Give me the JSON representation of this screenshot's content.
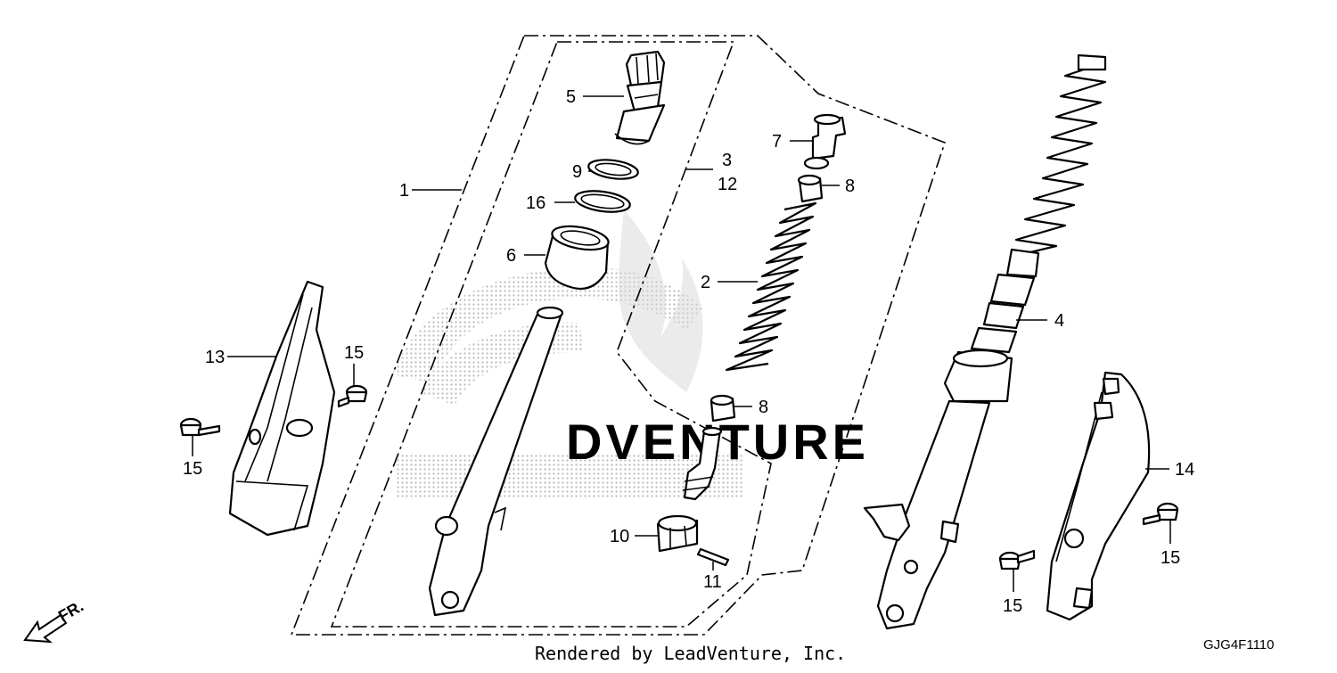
{
  "diagram": {
    "callouts": [
      {
        "id": "c1",
        "label": "1"
      },
      {
        "id": "c2",
        "label": "2"
      },
      {
        "id": "c3",
        "label": "3"
      },
      {
        "id": "c12",
        "label": "12"
      },
      {
        "id": "c4",
        "label": "4"
      },
      {
        "id": "c5",
        "label": "5"
      },
      {
        "id": "c6",
        "label": "6"
      },
      {
        "id": "c7",
        "label": "7"
      },
      {
        "id": "c8a",
        "label": "8"
      },
      {
        "id": "c8b",
        "label": "8"
      },
      {
        "id": "c9",
        "label": "9"
      },
      {
        "id": "c10",
        "label": "10"
      },
      {
        "id": "c11",
        "label": "11"
      },
      {
        "id": "c13",
        "label": "13"
      },
      {
        "id": "c14",
        "label": "14"
      },
      {
        "id": "c15a",
        "label": "15"
      },
      {
        "id": "c15b",
        "label": "15"
      },
      {
        "id": "c15c",
        "label": "15"
      },
      {
        "id": "c15d",
        "label": "15"
      },
      {
        "id": "c16",
        "label": "16"
      }
    ],
    "front_indicator": "FR.",
    "footer_text": "Rendered by LeadVenture, Inc.",
    "diagram_code": "GJG4F1110",
    "watermark_text": "DVENTURE"
  }
}
